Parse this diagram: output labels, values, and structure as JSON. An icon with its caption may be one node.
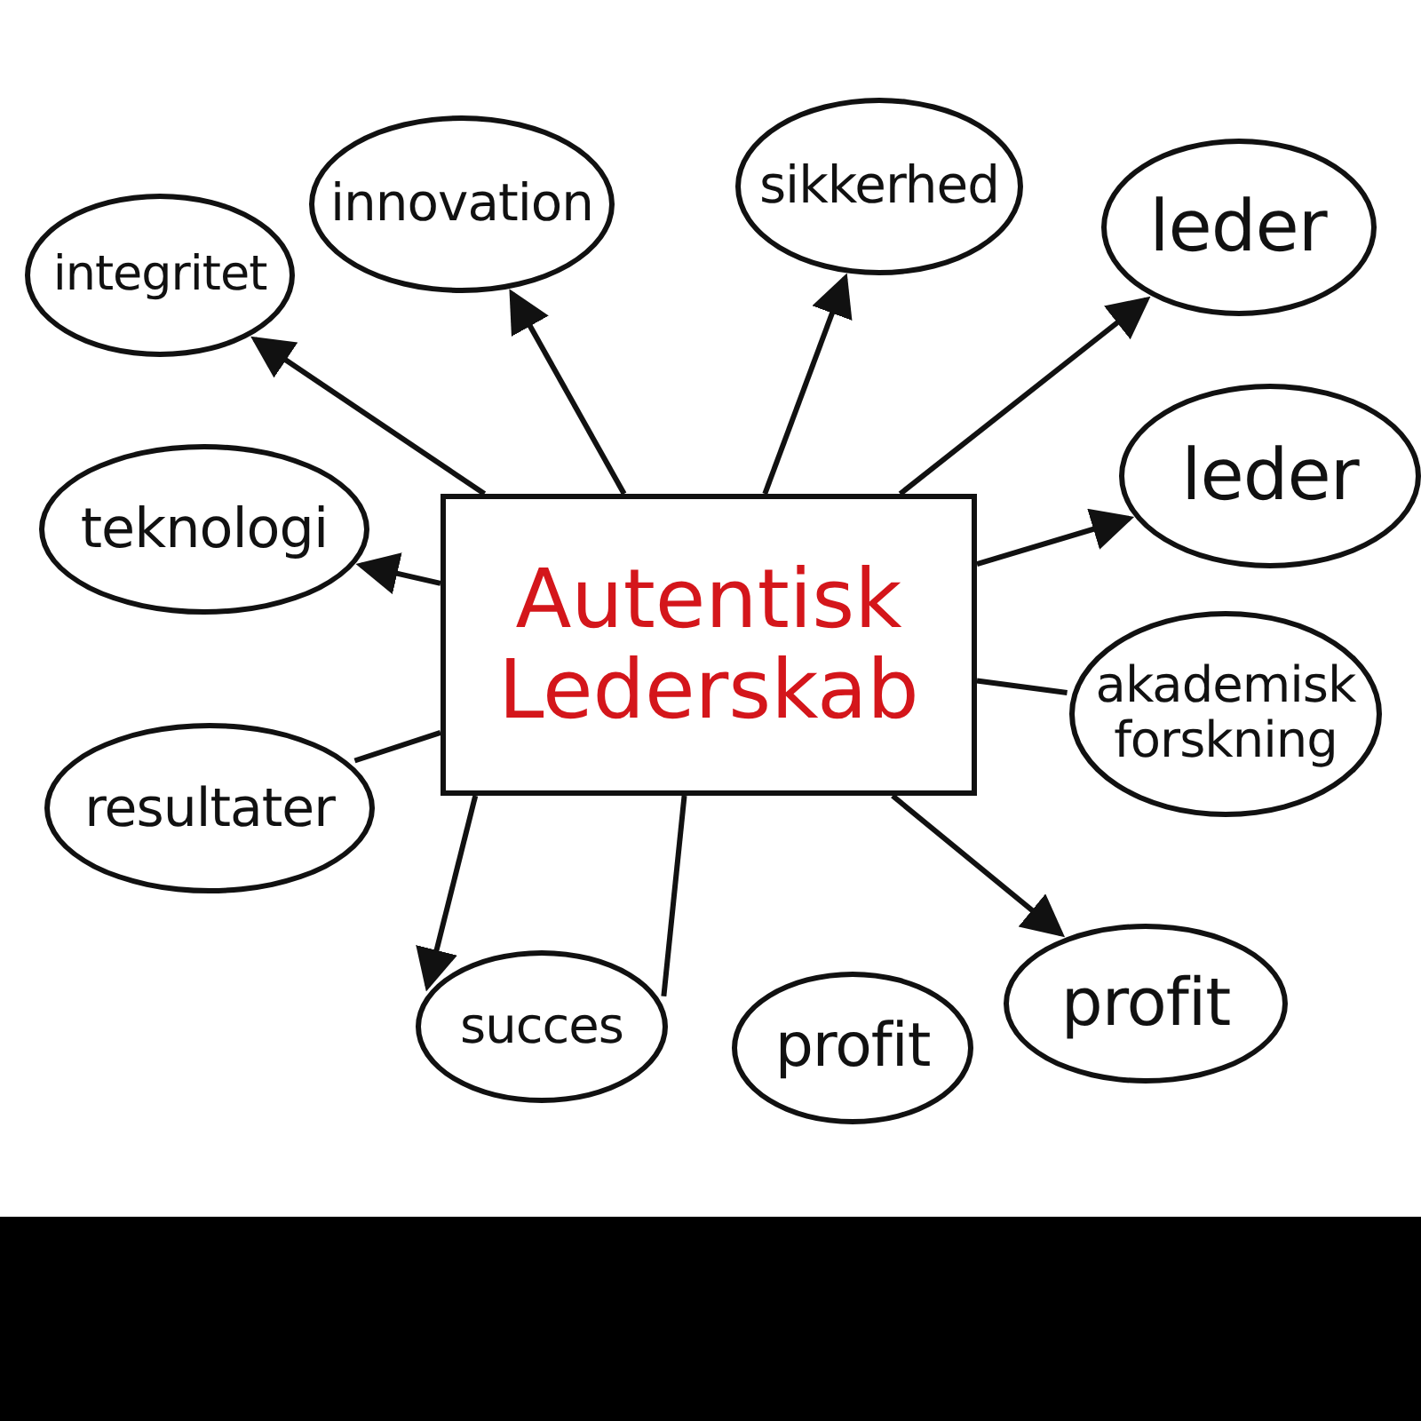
{
  "diagram": {
    "nodes": [
      {
        "text": [
          "Autentisk Lederskab"
        ]
      },
      {
        "text": [
          "integritet"
        ]
      },
      {
        "text": [
          "innovation"
        ]
      },
      {
        "text": [
          "sikkerhed"
        ]
      },
      {
        "text": [
          "leder"
        ]
      },
      {
        "text": [
          "teknologi"
        ]
      },
      {
        "text": [
          "leder"
        ]
      },
      {
        "text": [
          "akademisk forskning"
        ]
      },
      {
        "text": [
          "resultater"
        ]
      },
      {
        "text": [
          "succes"
        ]
      },
      {
        "text": [
          "profit"
        ]
      },
      {
        "text": [
          "profit"
        ]
      },
      {
        "text": [],
        "shape": "bar"
      }
    ],
    "edges": [
      {
        "from": 0,
        "to": 1,
        "arrow": "to"
      },
      {
        "from": 0,
        "to": 2,
        "arrow": "to"
      },
      {
        "from": 0,
        "to": 3,
        "arrow": "to"
      },
      {
        "from": 0,
        "to": 4,
        "arrow": "to"
      },
      {
        "from": 0,
        "to": 5,
        "arrow": "to"
      },
      {
        "from": 0,
        "to": 6,
        "arrow": "to"
      },
      {
        "from": 0,
        "to": 7,
        "arrow": "none"
      },
      {
        "from": 0,
        "to": 8,
        "arrow": "none"
      },
      {
        "from": 0,
        "to": 9,
        "arrow": "to"
      },
      {
        "from": 0,
        "to": 9,
        "arrow": "none"
      },
      {
        "from": 0,
        "to": 11,
        "arrow": "to"
      }
    ]
  }
}
